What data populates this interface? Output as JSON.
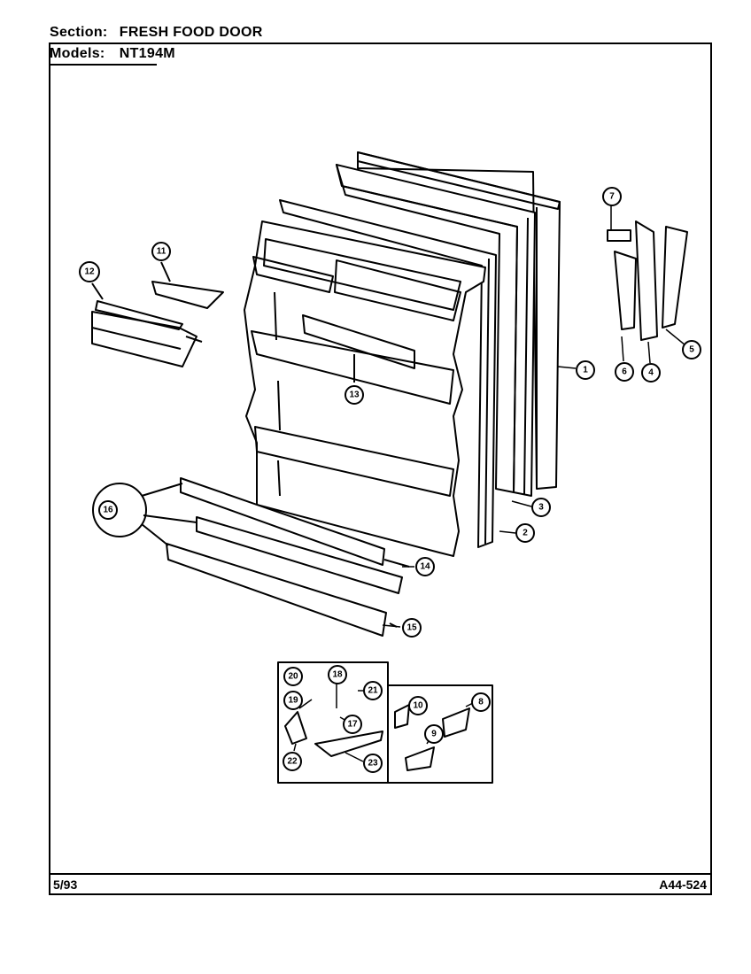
{
  "header": {
    "section_label": "Section:",
    "section_value": "FRESH FOOD DOOR",
    "models_label": "Models:",
    "models_value": "NT194M"
  },
  "footer": {
    "date": "5/93",
    "code": "A44-524"
  },
  "callouts": [
    "1",
    "2",
    "3",
    "4",
    "5",
    "6",
    "7",
    "8",
    "9",
    "10",
    "11",
    "12",
    "13",
    "14",
    "15",
    "16",
    "17",
    "18",
    "19",
    "20",
    "21",
    "22",
    "23"
  ]
}
